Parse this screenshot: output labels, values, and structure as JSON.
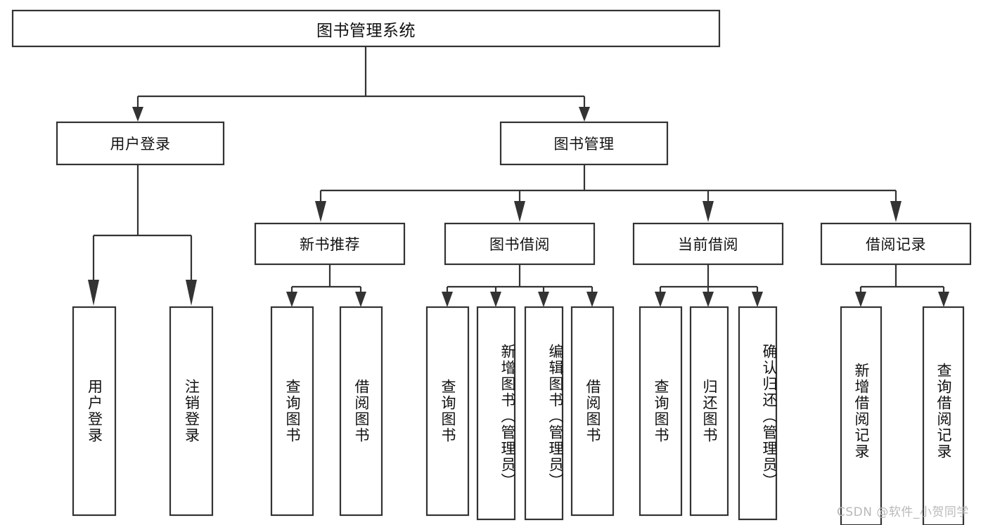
{
  "diagram": {
    "type": "tree-hierarchy-diagram",
    "title": "图书管理系统",
    "orientation": "top-down",
    "colors": {
      "box_stroke": "#333333",
      "box_fill": "#ffffff",
      "text": "#111111",
      "background": "#ffffff",
      "watermark": "#b9b9b9"
    },
    "nodes": {
      "root": {
        "label": "图书管理系统",
        "level": 0,
        "text_direction": "horizontal"
      },
      "user_login": {
        "label": "用户登录",
        "level": 1,
        "text_direction": "horizontal"
      },
      "book_manage": {
        "label": "图书管理",
        "level": 1,
        "text_direction": "horizontal"
      },
      "new_book_rec": {
        "label": "新书推荐",
        "level": 2,
        "text_direction": "horizontal"
      },
      "book_borrow": {
        "label": "图书借阅",
        "level": 2,
        "text_direction": "horizontal"
      },
      "current_borrow": {
        "label": "当前借阅",
        "level": 2,
        "text_direction": "horizontal"
      },
      "borrow_record": {
        "label": "借阅记录",
        "level": 2,
        "text_direction": "horizontal"
      },
      "leaf_user_login": {
        "label": "用户登录",
        "level": 3,
        "text_direction": "vertical"
      },
      "leaf_logout": {
        "label": "注销登录",
        "level": 3,
        "text_direction": "vertical"
      },
      "leaf_query_book_1": {
        "label": "查询图书",
        "level": 3,
        "text_direction": "vertical"
      },
      "leaf_borrow_book_1": {
        "label": "借阅图书",
        "level": 3,
        "text_direction": "vertical"
      },
      "leaf_query_book_2": {
        "label": "查询图书",
        "level": 3,
        "text_direction": "vertical"
      },
      "leaf_add_book": {
        "label": "新增图书（管理员）",
        "level": 3,
        "text_direction": "vertical"
      },
      "leaf_edit_book": {
        "label": "编辑图书（管理员）",
        "level": 3,
        "text_direction": "vertical"
      },
      "leaf_borrow_book_2": {
        "label": "借阅图书",
        "level": 3,
        "text_direction": "vertical"
      },
      "leaf_query_book_3": {
        "label": "查询图书",
        "level": 3,
        "text_direction": "vertical"
      },
      "leaf_return_book": {
        "label": "归还图书",
        "level": 3,
        "text_direction": "vertical"
      },
      "leaf_confirm_return": {
        "label": "确认归还（管理员）",
        "level": 3,
        "text_direction": "vertical"
      },
      "leaf_add_record": {
        "label": "新增借阅记录",
        "level": 3,
        "text_direction": "vertical"
      },
      "leaf_query_record": {
        "label": "查询借阅记录",
        "level": 3,
        "text_direction": "vertical"
      }
    },
    "edges": [
      {
        "from": "root",
        "to": "user_login"
      },
      {
        "from": "root",
        "to": "book_manage"
      },
      {
        "from": "user_login",
        "to": "leaf_user_login"
      },
      {
        "from": "user_login",
        "to": "leaf_logout"
      },
      {
        "from": "book_manage",
        "to": "new_book_rec"
      },
      {
        "from": "book_manage",
        "to": "book_borrow"
      },
      {
        "from": "book_manage",
        "to": "current_borrow"
      },
      {
        "from": "book_manage",
        "to": "borrow_record"
      },
      {
        "from": "new_book_rec",
        "to": "leaf_query_book_1"
      },
      {
        "from": "new_book_rec",
        "to": "leaf_borrow_book_1"
      },
      {
        "from": "book_borrow",
        "to": "leaf_query_book_2"
      },
      {
        "from": "book_borrow",
        "to": "leaf_add_book"
      },
      {
        "from": "book_borrow",
        "to": "leaf_edit_book"
      },
      {
        "from": "book_borrow",
        "to": "leaf_borrow_book_2"
      },
      {
        "from": "current_borrow",
        "to": "leaf_query_book_3"
      },
      {
        "from": "current_borrow",
        "to": "leaf_return_book"
      },
      {
        "from": "current_borrow",
        "to": "leaf_confirm_return"
      },
      {
        "from": "borrow_record",
        "to": "leaf_add_record"
      },
      {
        "from": "borrow_record",
        "to": "leaf_query_record"
      }
    ]
  },
  "watermark": {
    "text": "CSDN @软件_小贺同学"
  }
}
